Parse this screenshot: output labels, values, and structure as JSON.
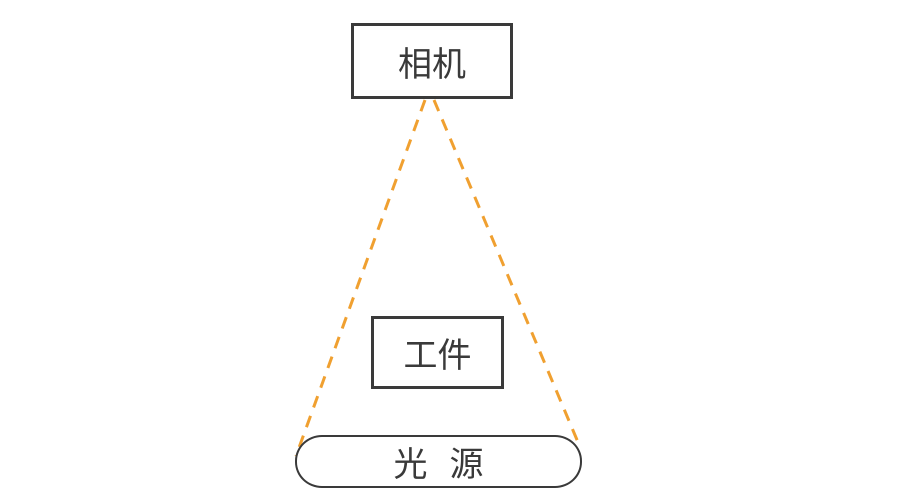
{
  "diagram": {
    "nodes": {
      "camera": {
        "label": "相机"
      },
      "workpiece": {
        "label": "工件"
      },
      "light_source": {
        "label": "光源"
      }
    },
    "edges": [
      {
        "from": "camera",
        "to": "light_source",
        "style": "dashed",
        "side": "left"
      },
      {
        "from": "camera",
        "to": "light_source",
        "style": "dashed",
        "side": "right"
      }
    ],
    "colors": {
      "outline": "#3a3a3a",
      "ray": "#f0a030",
      "background": "#ffffff"
    }
  }
}
